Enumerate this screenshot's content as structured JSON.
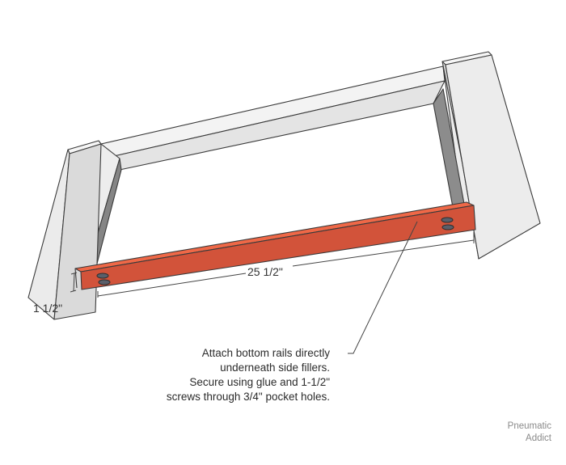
{
  "dimensions": {
    "rail_length": "25 1/2\"",
    "rail_height": "1 1/2\""
  },
  "note": {
    "lines": [
      "Attach bottom rails directly",
      "underneath side fillers.",
      "Secure using glue and 1-1/2\"",
      "screws through 3/4\" pocket holes."
    ]
  },
  "watermark": {
    "line1": "Pneumatic",
    "line2": "Addict"
  },
  "colors": {
    "rail_front": "#d2533a",
    "rail_top": "#ef6847",
    "wood_light": "#f2f2f2",
    "wood_mid": "#d7d7d7",
    "wood_dark": "#8c8c8c"
  }
}
